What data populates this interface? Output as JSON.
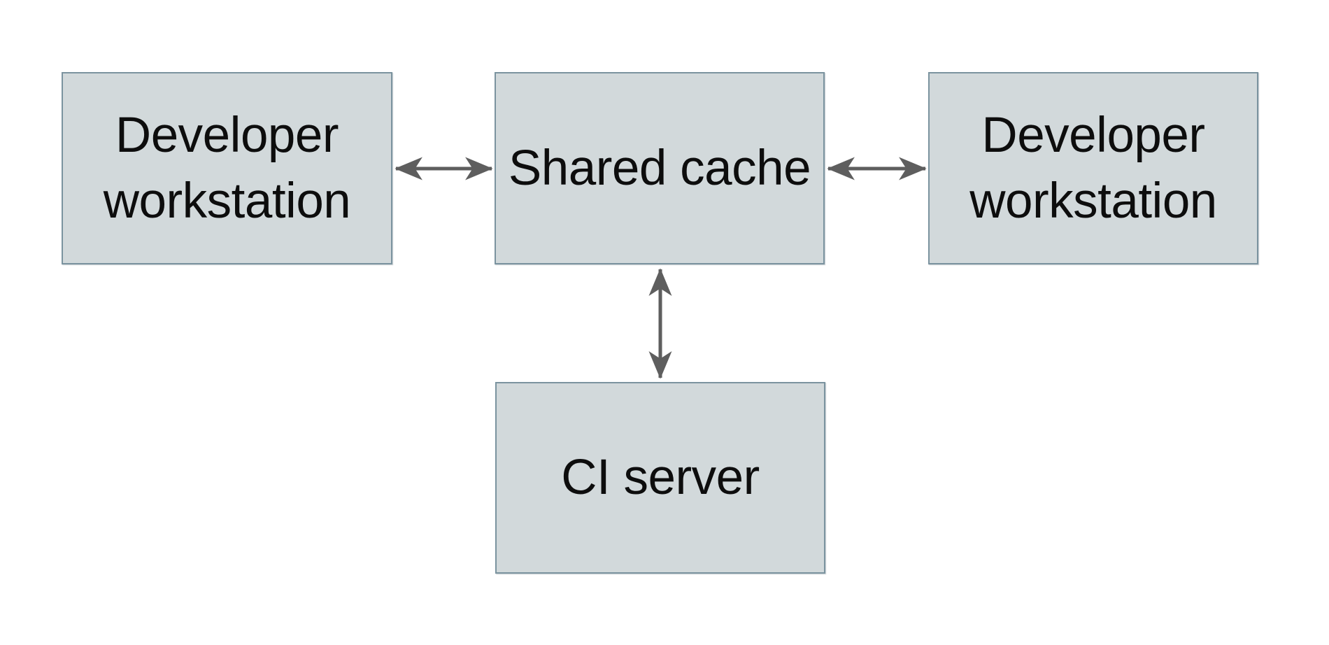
{
  "diagram": {
    "background_color": "#ffffff",
    "node_fill_color": "#d2d9db",
    "node_border_color": "#7b939f",
    "arrow_color": "#5e5e5e",
    "text_color": "#0d0d0d",
    "nodes": [
      {
        "id": "developer-workstation-left",
        "label": "Developer workstation"
      },
      {
        "id": "shared-cache",
        "label": "Shared cache"
      },
      {
        "id": "developer-workstation-right",
        "label": "Developer workstation"
      },
      {
        "id": "ci-server",
        "label": "CI server"
      }
    ],
    "edges": [
      {
        "from": "developer-workstation-left",
        "to": "shared-cache",
        "direction": "bidirectional"
      },
      {
        "from": "shared-cache",
        "to": "developer-workstation-right",
        "direction": "bidirectional"
      },
      {
        "from": "shared-cache",
        "to": "ci-server",
        "direction": "bidirectional"
      }
    ]
  }
}
